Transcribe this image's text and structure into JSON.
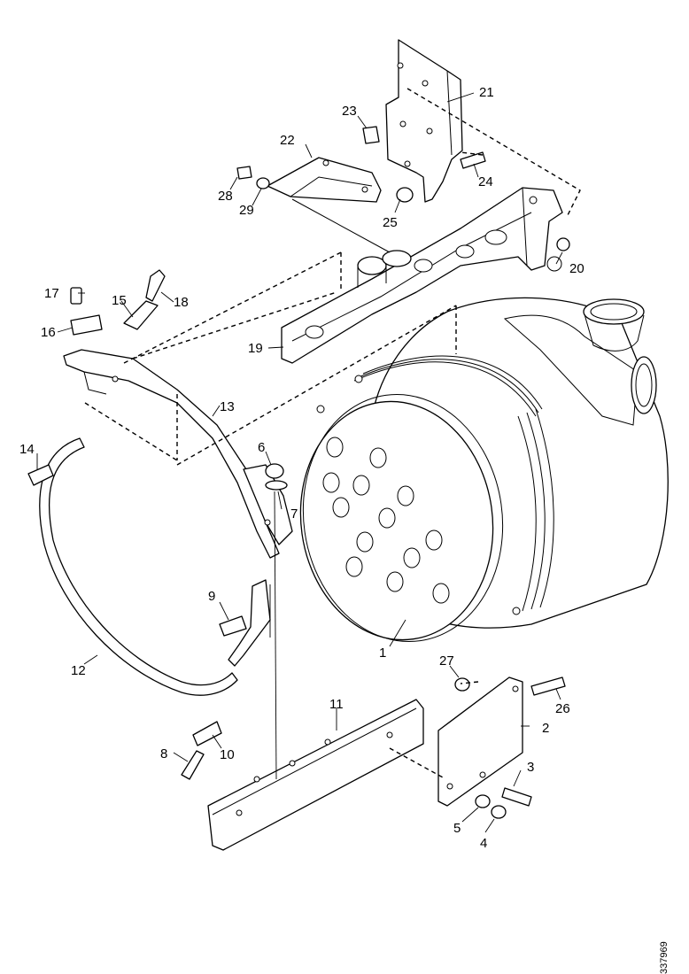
{
  "diagram": {
    "callouts": {
      "c1": "1",
      "c2": "2",
      "c3": "3",
      "c4": "4",
      "c5": "5",
      "c6": "6",
      "c7": "7",
      "c8": "8",
      "c9": "9",
      "c10": "10",
      "c11": "11",
      "c12": "12",
      "c13": "13",
      "c14": "14",
      "c15": "15",
      "c16": "16",
      "c17": "17",
      "c18": "18",
      "c19": "19",
      "c20": "20",
      "c21": "21",
      "c22": "22",
      "c23": "23",
      "c24": "24",
      "c25": "25",
      "c26": "26",
      "c27": "27",
      "c28": "28",
      "c29": "29"
    },
    "drawing_id": "337969"
  }
}
